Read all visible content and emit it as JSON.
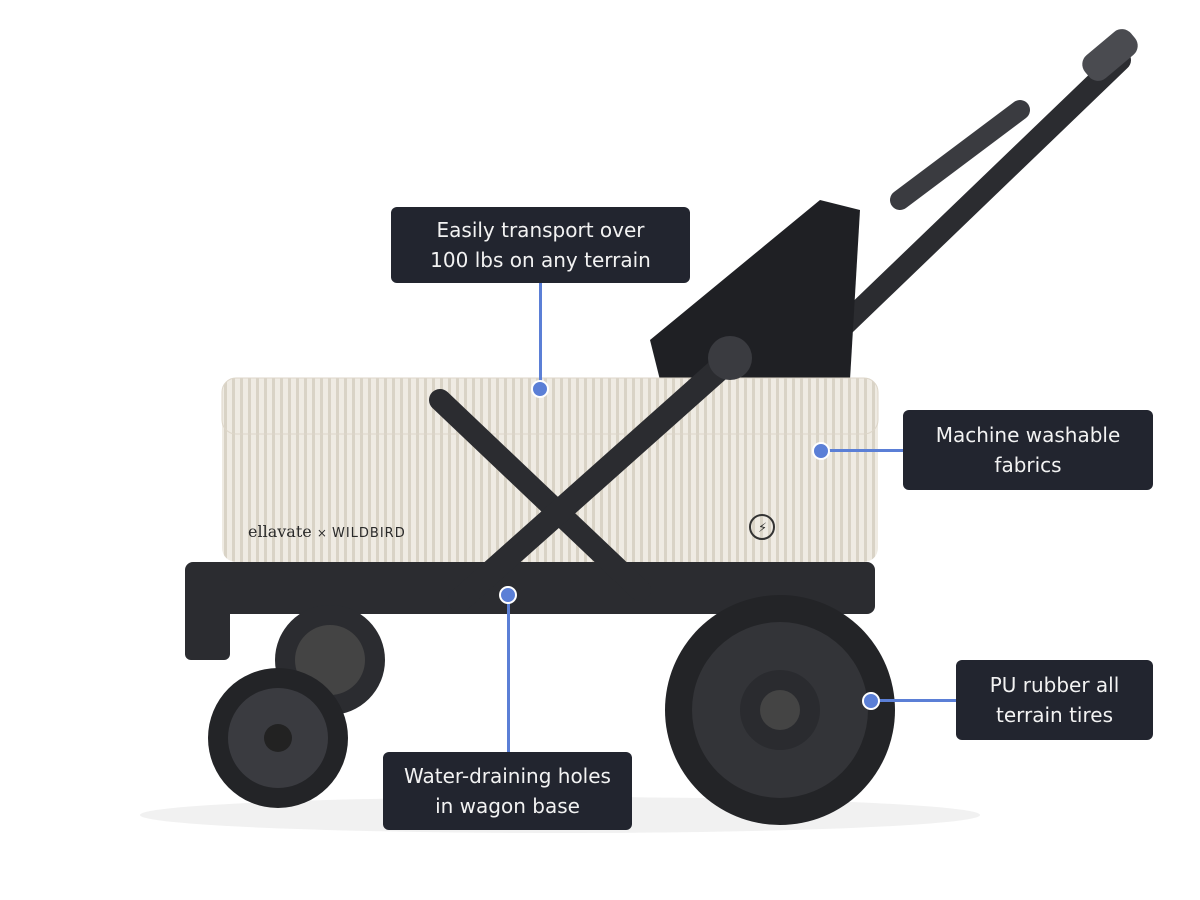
{
  "product": {
    "brand_left": "ellavate",
    "brand_sep": "×",
    "brand_right": "WILDBIRD"
  },
  "callouts": [
    {
      "line1": "Easily transport over",
      "line2": "100 lbs on any terrain"
    },
    {
      "line1": "Machine washable",
      "line2": "fabrics"
    },
    {
      "line1": "PU rubber all",
      "line2": "terrain tires"
    },
    {
      "line1": "Water-draining holes",
      "line2": "in wagon base"
    }
  ],
  "colors": {
    "callout_bg": "#22252f",
    "accent": "#5b7fd6",
    "fabric": "#ece8df",
    "frame": "#2b2c30"
  }
}
